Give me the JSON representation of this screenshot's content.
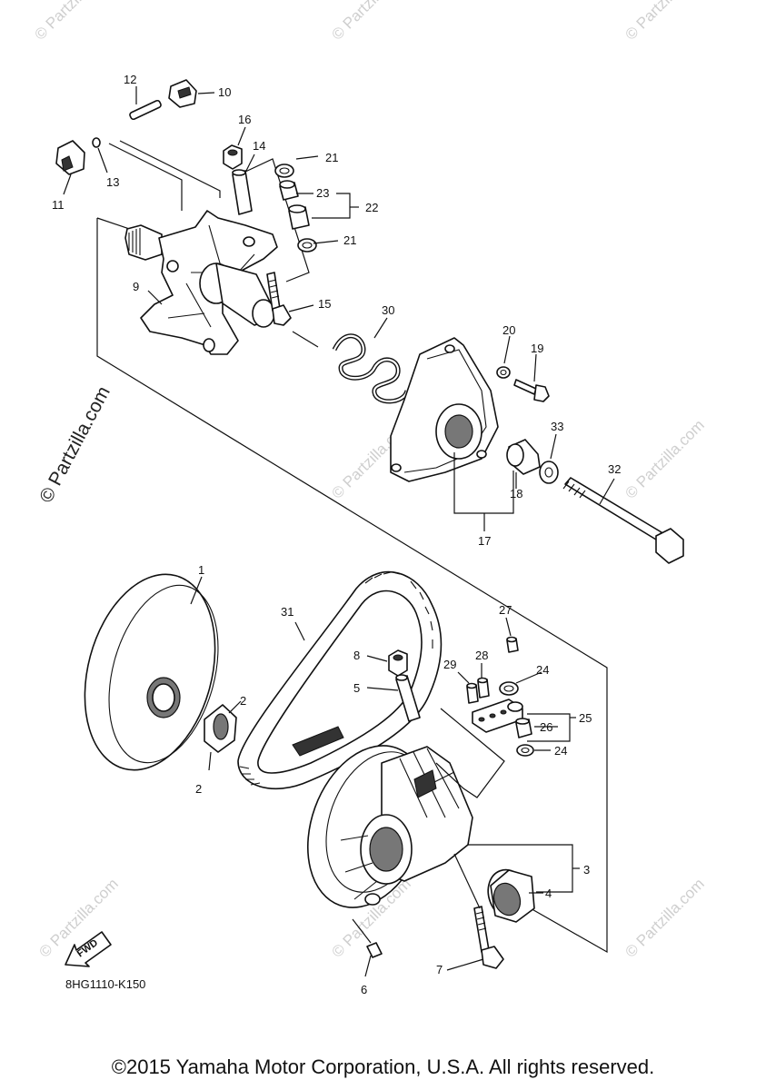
{
  "watermark": "© Partzilla.com",
  "diagram_code": "8HG1110-K150",
  "copyright": "©2015 Yamaha Motor Corporation, U.S.A. All rights reserved.",
  "fwd_label": "FWD",
  "callouts": {
    "c1": "1",
    "c2a": "2",
    "c2b": "2",
    "c3": "3",
    "c4": "4",
    "c5": "5",
    "c6": "6",
    "c7": "7",
    "c8": "8",
    "c9": "9",
    "c10": "10",
    "c11": "11",
    "c12": "12",
    "c13": "13",
    "c14": "14",
    "c15": "15",
    "c16": "16",
    "c17": "17",
    "c18": "18",
    "c19": "19",
    "c20": "20",
    "c21a": "21",
    "c21b": "21",
    "c22": "22",
    "c23": "23",
    "c24a": "24",
    "c24b": "24",
    "c25": "25",
    "c26": "26",
    "c27": "27",
    "c28": "28",
    "c29": "29",
    "c30": "30",
    "c31": "31",
    "c32": "32",
    "c33": "33"
  }
}
